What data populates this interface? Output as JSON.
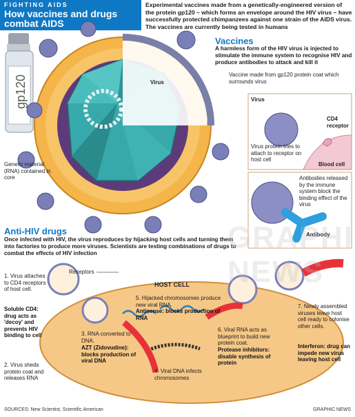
{
  "header": {
    "kicker": "FIGHTING AIDS",
    "title": "How vaccines and drugs combat AIDS"
  },
  "intro": "Experimental vaccines made from a genetically-engineered version of the protein gp120 – which forms an envelope around the HIV virus – have successfully protected chimpanzees against one strain of the AIDS virus. The vaccines are currently being tested in humans",
  "vial_label": "gp120",
  "vaccines": {
    "heading": "Vaccines",
    "text": "A harmless form of the HIV virus is injected to stimulate the immune system to recognise HIV and produce antibodies to attack and kill it",
    "vaccine_note": "Vaccine made from gp120 protein coat which surrounds virus",
    "virus_label": "Virus",
    "genetic_label": "Genetic material (RNA) contained in core"
  },
  "inset1": {
    "virus": "Virus",
    "cd4": "CD4 receptor",
    "protein_text": "Virus protein tries to attach to receptor on host cell",
    "blood_cell": "Blood cell"
  },
  "inset2": {
    "text": "Antibodies released by the immune system block the binding effect of the virus",
    "antibody": "Antibody"
  },
  "anti_hiv": {
    "heading": "Anti-HIV drugs",
    "text": "Once infected with HIV, the virus reproduces by hijacking host cells and turning them into factories to produce more viruses. Scientists are testing combinations of drugs to combat the effects of HIV infection"
  },
  "host_cell_label": "HOST CELL",
  "receptors_label": "Receptors",
  "steps": {
    "s1": "1. Virus attaches to CD4 receptors of host cell.",
    "s1_drug": "Soluble CD4: drug acts as 'decoy' and prevents HIV binding to cell",
    "s2": "2. Virus sheds protein coat and releases RNA",
    "s3": "3. RNA converted to DNA.",
    "s3_drug": "AZT (Zidovudine): blocks production of viral DNA",
    "s4": "4. Viral DNA infects chromosomes",
    "s5": "5. Hijacked chromosomes produce new viral RNA.",
    "s5_drug": "Antisense: blocks production of RNA",
    "s6": "6. Viral RNA acts as blueprint to build new protein coat.",
    "s6_drug": "Protease inhibitors: disable synthesis of protein",
    "s7": "7. Newly assembled viruses leave host cell ready to colonise other cells.",
    "s7_drug": "Interferon: drug can impede new virus leaving host cell"
  },
  "footer": {
    "sources": "SOURCES: New Scientist, Scientific American",
    "credit": "GRAPHIC NEWS"
  },
  "watermark": "GRAPHIC NEWS",
  "colors": {
    "header_bg": "#0f78c4",
    "heading_blue": "#0f78c4",
    "virus_orange": "#f2a634",
    "core_teal": "#3fb5b5",
    "cell_bg": "#f7c98a",
    "arrow_red": "#e8323a"
  }
}
